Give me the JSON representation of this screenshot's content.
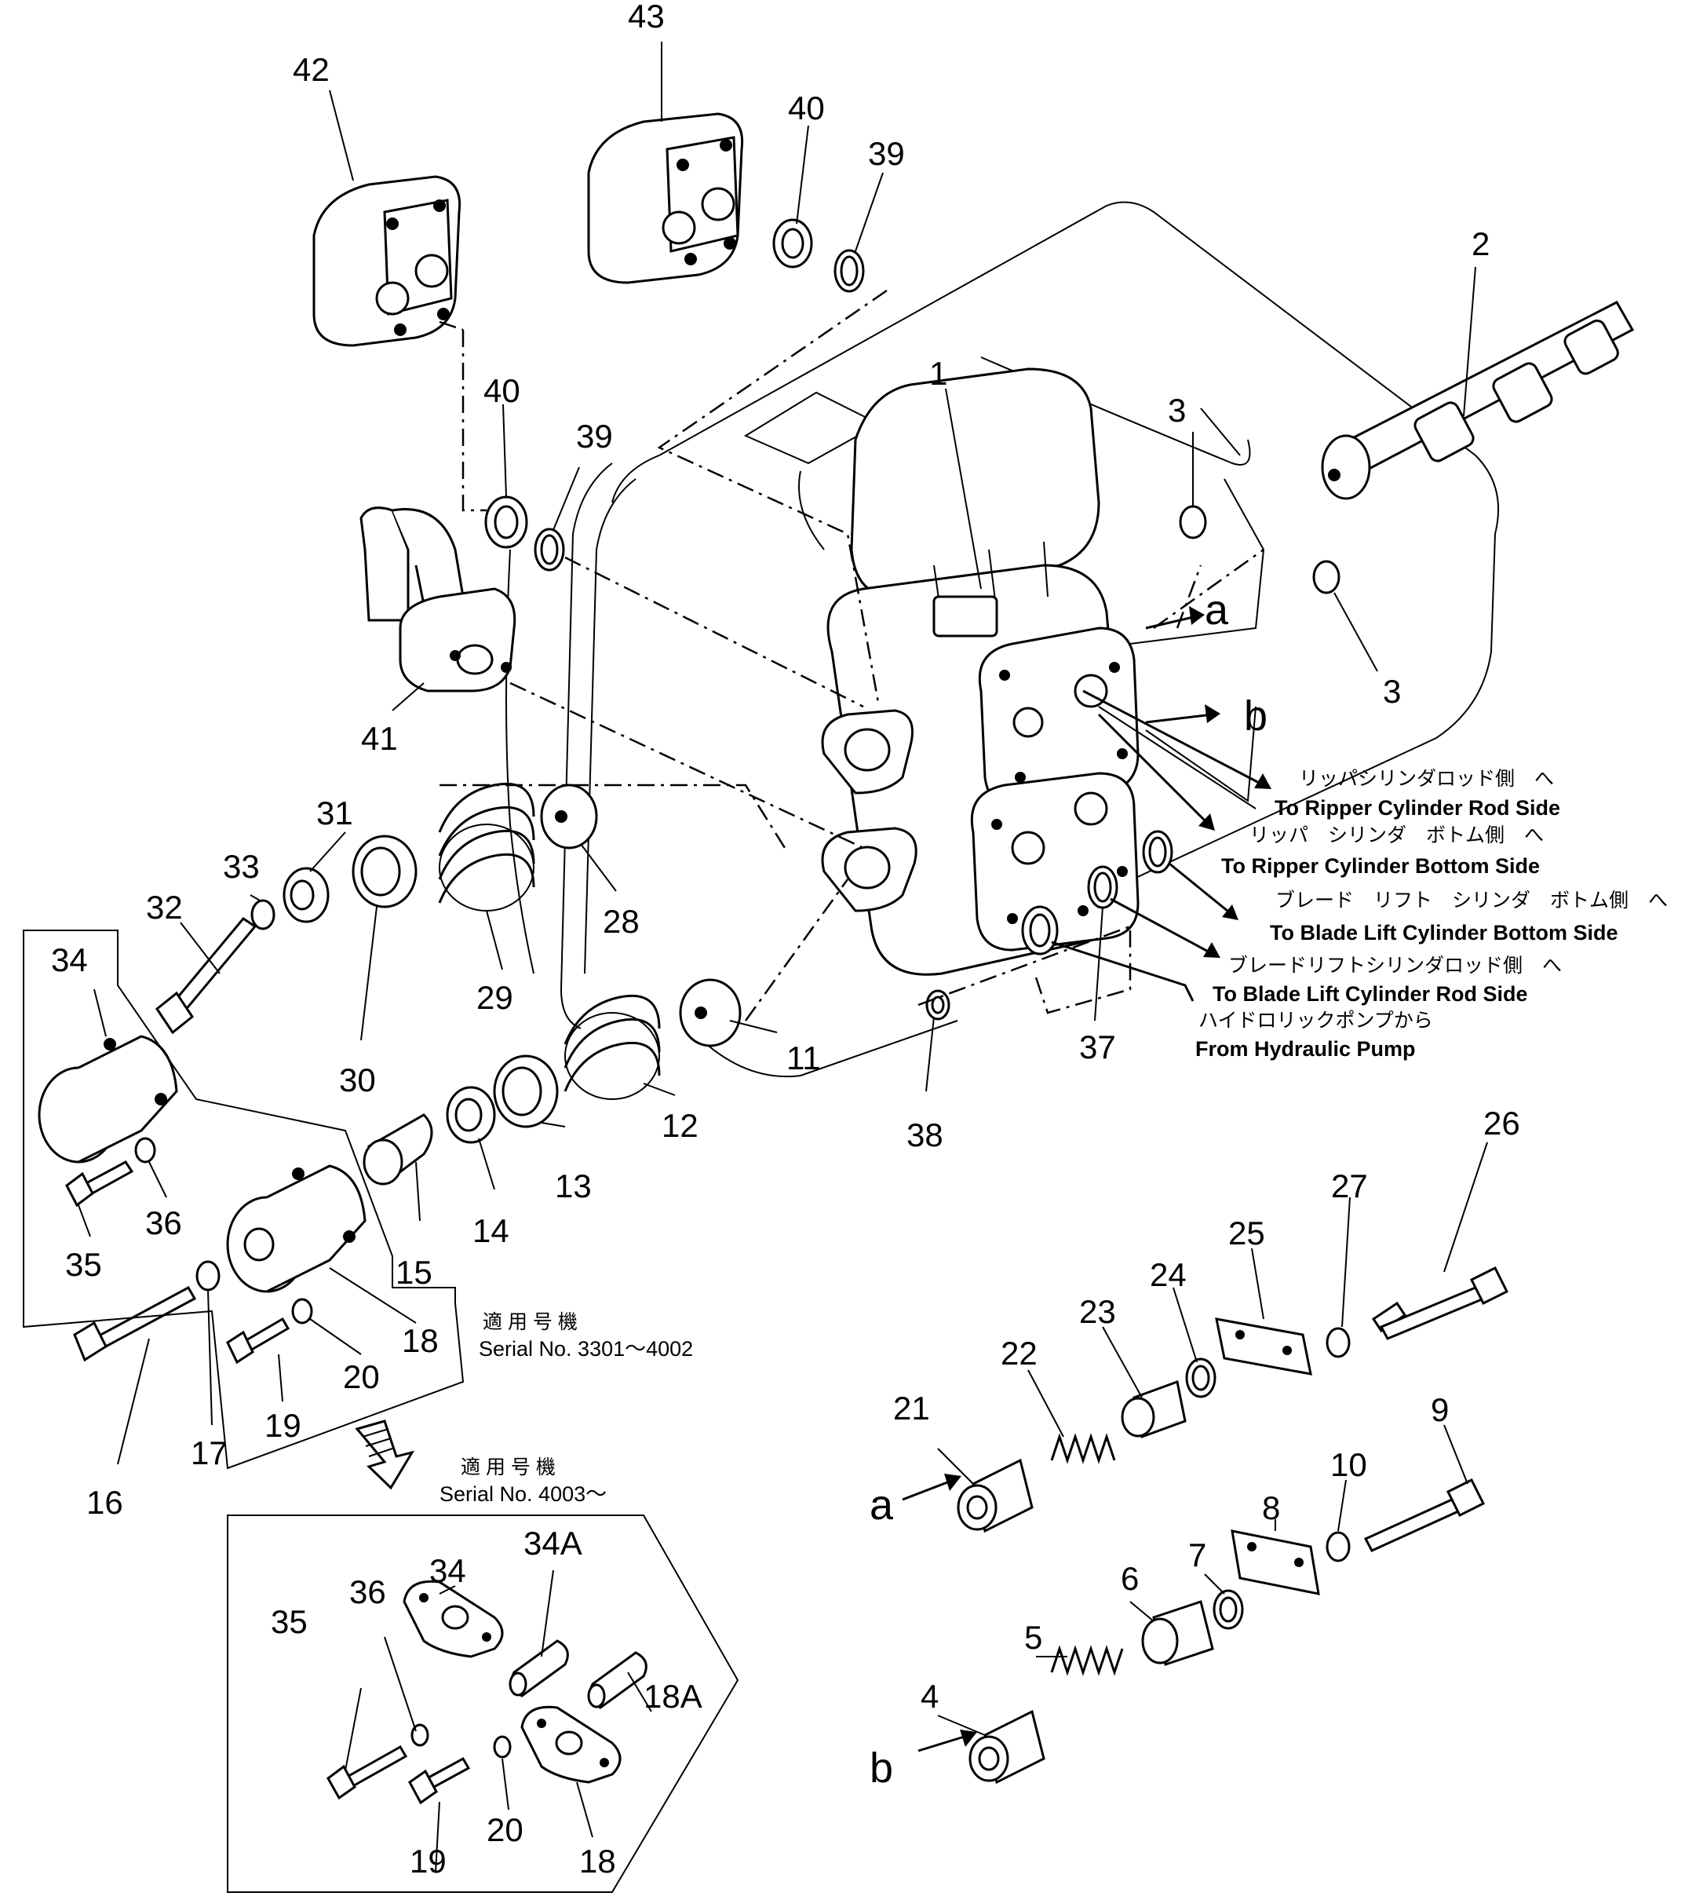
{
  "callouts": [
    {
      "id": "c43",
      "text": "43"
    },
    {
      "id": "c42",
      "text": "42"
    },
    {
      "id": "c40a",
      "text": "40"
    },
    {
      "id": "c39a",
      "text": "39"
    },
    {
      "id": "c2",
      "text": "2"
    },
    {
      "id": "c40b",
      "text": "40"
    },
    {
      "id": "c39b",
      "text": "39"
    },
    {
      "id": "c1",
      "text": "1"
    },
    {
      "id": "c3a",
      "text": "3"
    },
    {
      "id": "c3b",
      "text": "3"
    },
    {
      "id": "c41",
      "text": "41"
    },
    {
      "id": "c31",
      "text": "31"
    },
    {
      "id": "c33",
      "text": "33"
    },
    {
      "id": "c32",
      "text": "32"
    },
    {
      "id": "c34",
      "text": "34"
    },
    {
      "id": "c28",
      "text": "28"
    },
    {
      "id": "c29",
      "text": "29"
    },
    {
      "id": "c30",
      "text": "30"
    },
    {
      "id": "c11",
      "text": "11"
    },
    {
      "id": "c12",
      "text": "12"
    },
    {
      "id": "c13",
      "text": "13"
    },
    {
      "id": "c14",
      "text": "14"
    },
    {
      "id": "c15",
      "text": "15"
    },
    {
      "id": "c35",
      "text": "35"
    },
    {
      "id": "c36",
      "text": "36"
    },
    {
      "id": "c16",
      "text": "16"
    },
    {
      "id": "c17",
      "text": "17"
    },
    {
      "id": "c18",
      "text": "18"
    },
    {
      "id": "c19",
      "text": "19"
    },
    {
      "id": "c20",
      "text": "20"
    },
    {
      "id": "c37",
      "text": "37"
    },
    {
      "id": "c38",
      "text": "38"
    },
    {
      "id": "c26",
      "text": "26"
    },
    {
      "id": "c27",
      "text": "27"
    },
    {
      "id": "c25",
      "text": "25"
    },
    {
      "id": "c24",
      "text": "24"
    },
    {
      "id": "c23",
      "text": "23"
    },
    {
      "id": "c22",
      "text": "22"
    },
    {
      "id": "c21",
      "text": "21"
    },
    {
      "id": "c9",
      "text": "9"
    },
    {
      "id": "c10",
      "text": "10"
    },
    {
      "id": "c8",
      "text": "8"
    },
    {
      "id": "c7",
      "text": "7"
    },
    {
      "id": "c6",
      "text": "6"
    },
    {
      "id": "c5",
      "text": "5"
    },
    {
      "id": "c4",
      "text": "4"
    },
    {
      "id": "c35b",
      "text": "35"
    },
    {
      "id": "c36b",
      "text": "36"
    },
    {
      "id": "c34b",
      "text": "34"
    },
    {
      "id": "c34A",
      "text": "34A"
    },
    {
      "id": "c18A",
      "text": "18A"
    },
    {
      "id": "c19b",
      "text": "19"
    },
    {
      "id": "c20b",
      "text": "20"
    },
    {
      "id": "c18b",
      "text": "18"
    }
  ],
  "port_letters": {
    "a_top": "a",
    "b_top": "b",
    "a_bottom": "a",
    "b_bottom": "b"
  },
  "destinations": {
    "ripper_rod_jp": "リッパシリンダロッド側　へ",
    "ripper_rod_en": "To Ripper Cylinder Rod Side",
    "ripper_bottom_jp": "リッパ　シリンダ　ボトム側　へ",
    "ripper_bottom_en": "To Ripper Cylinder Bottom Side",
    "blade_bottom_jp": "ブレード　リフト　シリンダ　ボトム側　へ",
    "blade_bottom_en": "To Blade Lift Cylinder Bottom Side",
    "blade_rod_jp": "ブレードリフトシリンダロッド側　へ",
    "blade_rod_en": "To Blade Lift Cylinder Rod Side",
    "pump_jp": "ハイドロリックポンプから",
    "pump_en": "From Hydraulic Pump"
  },
  "serial_old": {
    "jp": "適 用 号 機",
    "en": "Serial No. 3301～4002"
  },
  "serial_new": {
    "jp": "適 用 号 機",
    "en": "Serial No. 4003～"
  }
}
